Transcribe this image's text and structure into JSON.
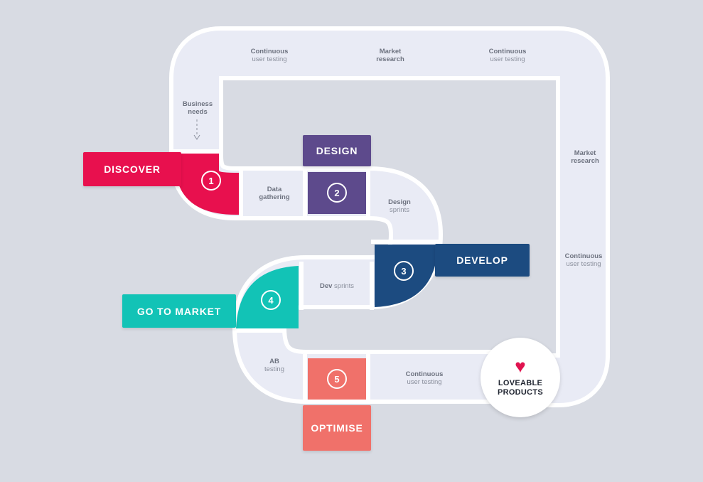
{
  "stages": {
    "discover": {
      "label": "DISCOVER",
      "number": "1",
      "color": "#e8104e"
    },
    "design": {
      "label": "DESIGN",
      "number": "2",
      "color": "#5d4a8c"
    },
    "develop": {
      "label": "DEVELOP",
      "number": "3",
      "color": "#1c4b80"
    },
    "go_to_market": {
      "label": "GO TO MARKET",
      "number": "4",
      "color": "#12c3b6"
    },
    "optimise": {
      "label": "OPTIMISE",
      "number": "5",
      "color": "#f0716a"
    }
  },
  "steps": {
    "business_needs": {
      "bold": "Business",
      "rest": "needs"
    },
    "continuous_1": {
      "bold": "Continuous",
      "rest": "user testing"
    },
    "market_research_1": {
      "bold": "Market",
      "rest": "research"
    },
    "continuous_2": {
      "bold": "Continuous",
      "rest": "user testing"
    },
    "market_research_2": {
      "bold": "Market",
      "rest": "research"
    },
    "continuous_3": {
      "bold": "Continuous",
      "rest": "user testing"
    },
    "data_gathering": {
      "bold": "Data",
      "rest": "gathering"
    },
    "design_sprints": {
      "bold": "Design",
      "rest": "sprints"
    },
    "dev_sprints": {
      "bold": "Dev",
      "rest": "sprints"
    },
    "ab_testing": {
      "bold": "AB",
      "rest": "testing"
    },
    "continuous_4": {
      "bold": "Continuous",
      "rest": "user testing"
    }
  },
  "badge": {
    "line1": "LOVEABLE",
    "line2": "PRODUCTS",
    "icon": "heart-icon",
    "icon_color": "#e0134f"
  },
  "colors": {
    "background": "#d8dbe3",
    "track": "#e9ebf5",
    "border": "#ffffff",
    "text": "#8a8f9c"
  }
}
